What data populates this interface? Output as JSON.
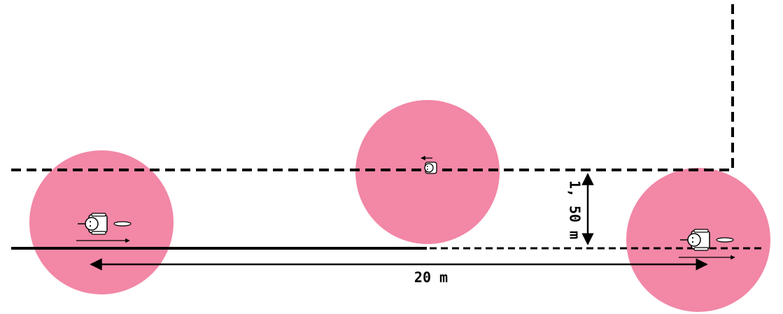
{
  "colors": {
    "zone": "#ee5f88",
    "zone_opacity": 0.75,
    "line": "#000000"
  },
  "labels": {
    "width": "1, 50 m",
    "distance": "20 m"
  },
  "icons": {
    "person": "wheelchair-user-topview-icon",
    "direction": "direction-arrow-icon"
  }
}
